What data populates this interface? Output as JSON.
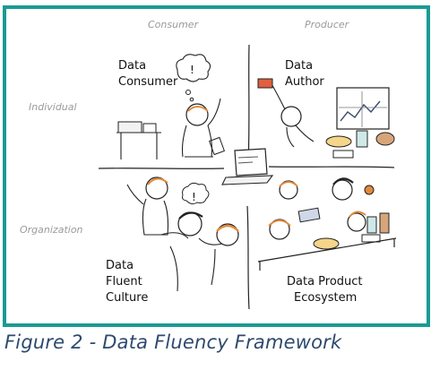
{
  "axes": {
    "column_consumer": "Consumer",
    "column_producer": "Producer",
    "row_individual": "Individual",
    "row_organization": "Organization"
  },
  "quadrants": {
    "data_consumer": [
      "Data",
      "Consumer"
    ],
    "data_author": [
      "Data",
      "Author"
    ],
    "data_fluent_culture": [
      "Data",
      "Fluent",
      "Culture"
    ],
    "data_product_ecosystem": [
      "Data Product",
      "Ecosystem"
    ]
  },
  "caption": "Figure 2 - Data Fluency Framework",
  "colors": {
    "frame": "#1a9a94",
    "caption": "#2e4a6e",
    "axis_label": "#9a9a9a"
  }
}
